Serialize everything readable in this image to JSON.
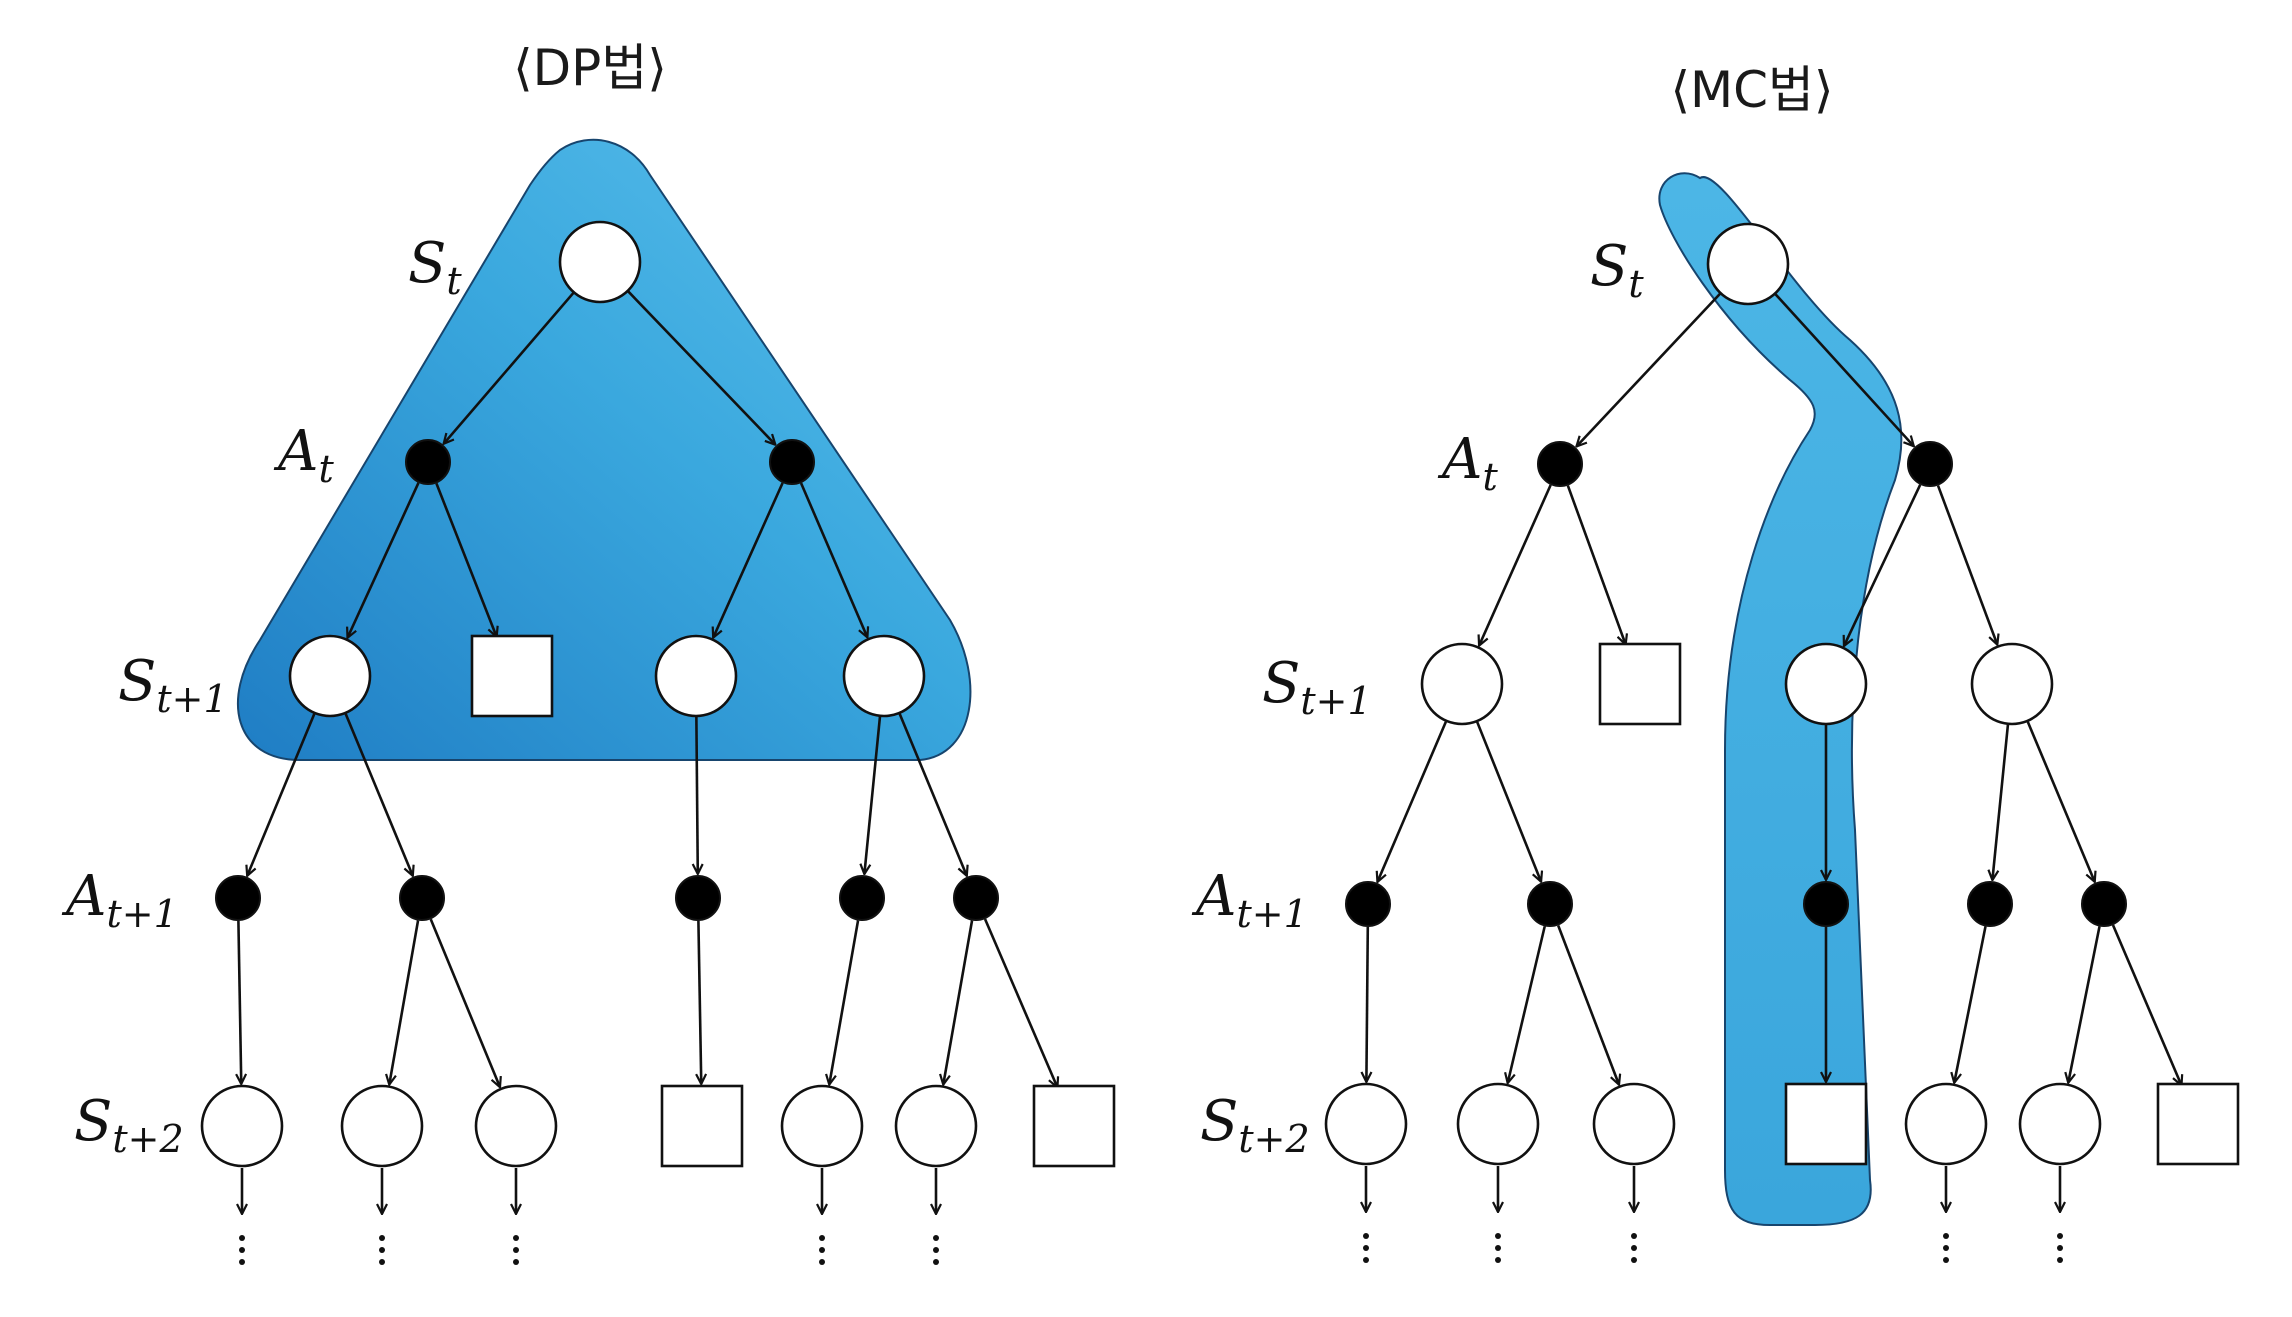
{
  "titles": {
    "dp": "⟨DP법⟩",
    "mc": "⟨MC법⟩"
  },
  "labels": {
    "s_main": "S",
    "a_main": "A",
    "sub_t": "t",
    "sub_t1": "t+1",
    "sub_t2": "t+2"
  },
  "colors": {
    "highlight_fill": "#3aa8de",
    "highlight_fill_dark": "#1f7dc4",
    "highlight_edge": "#17456e",
    "line": "#111111",
    "state_fill": "#ffffff",
    "action_fill": "#000000"
  },
  "legend": {
    "state_node": "circle",
    "action_node": "filled-dot",
    "terminal_node": "square",
    "continuation": "vertical-ellipsis"
  }
}
